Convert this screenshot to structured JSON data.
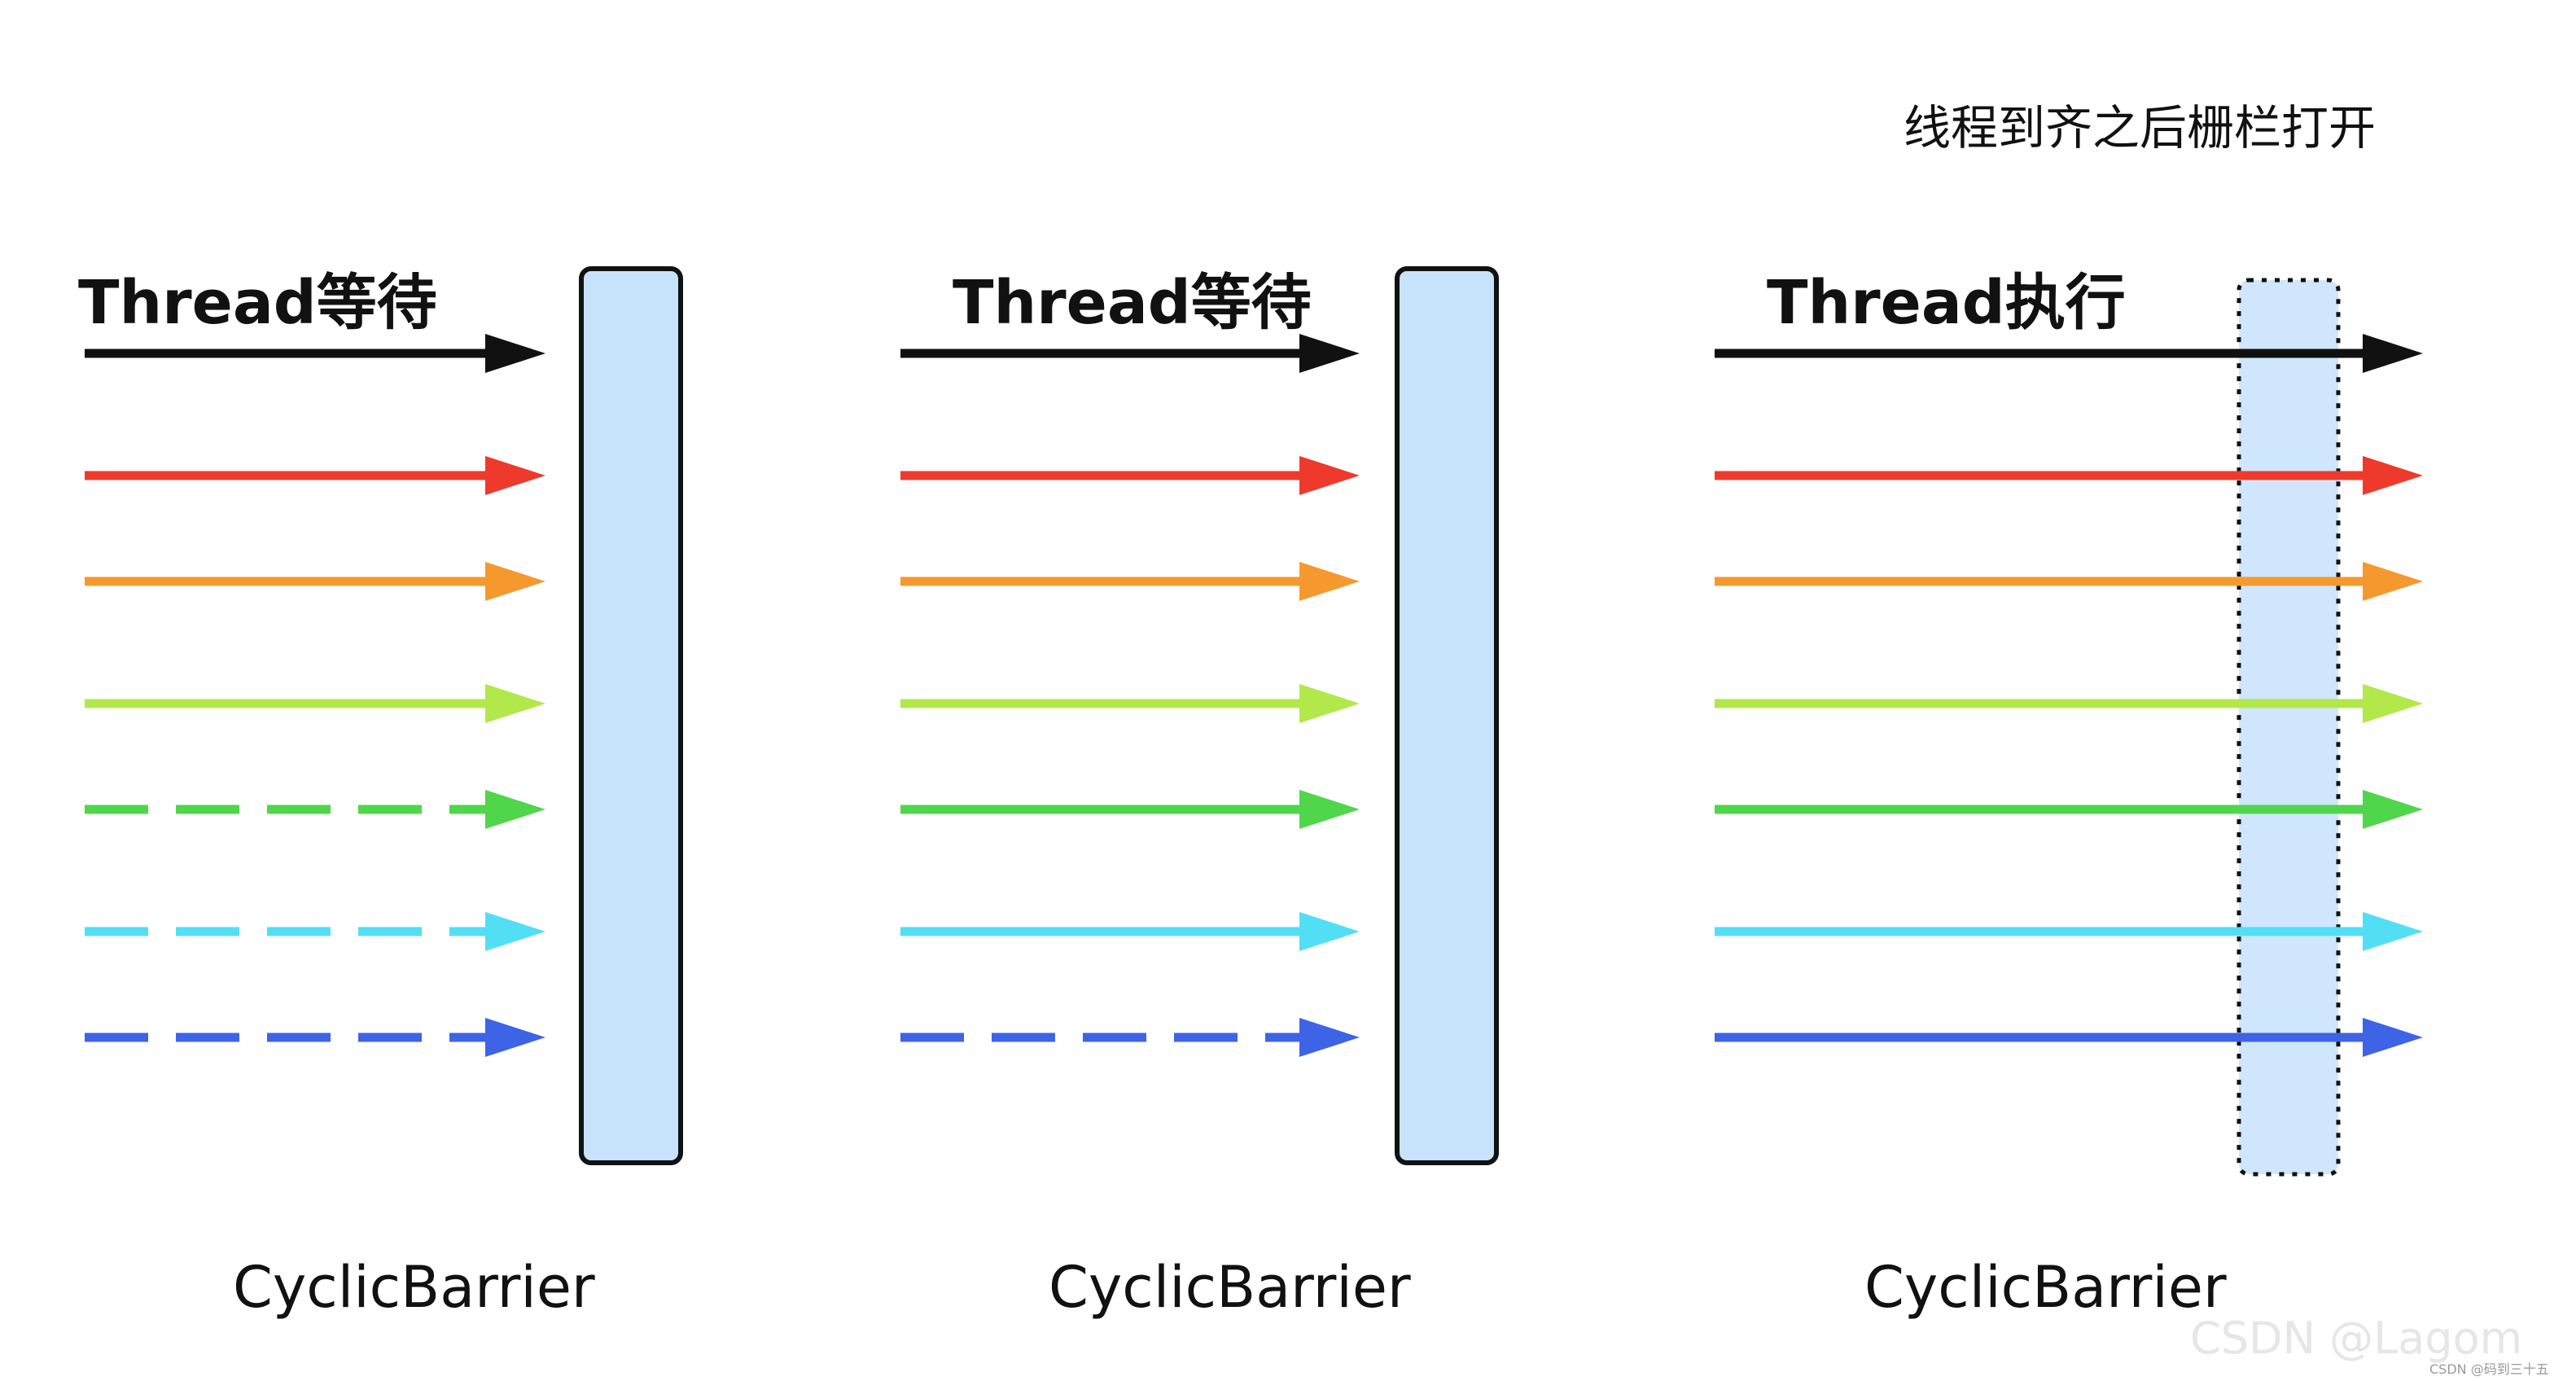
{
  "caption": "线程到齐之后栅栏打开",
  "panels": [
    {
      "label": "Thread等待",
      "barrier_label": "CyclicBarrier",
      "barrier_state": "closed",
      "arrows_cross_barrier": false,
      "threads": [
        {
          "color": "#111111",
          "style": "solid"
        },
        {
          "color": "#ee3a2c",
          "style": "solid"
        },
        {
          "color": "#f5992e",
          "style": "solid"
        },
        {
          "color": "#b2e84a",
          "style": "solid"
        },
        {
          "color": "#4fd64a",
          "style": "dashed"
        },
        {
          "color": "#52dff5",
          "style": "dashed"
        },
        {
          "color": "#3d63e6",
          "style": "dashed"
        }
      ]
    },
    {
      "label": "Thread等待",
      "barrier_label": "CyclicBarrier",
      "barrier_state": "closed",
      "arrows_cross_barrier": false,
      "threads": [
        {
          "color": "#111111",
          "style": "solid"
        },
        {
          "color": "#ee3a2c",
          "style": "solid"
        },
        {
          "color": "#f5992e",
          "style": "solid"
        },
        {
          "color": "#b2e84a",
          "style": "solid"
        },
        {
          "color": "#4fd64a",
          "style": "solid"
        },
        {
          "color": "#52dff5",
          "style": "solid"
        },
        {
          "color": "#3d63e6",
          "style": "dashed"
        }
      ]
    },
    {
      "label": "Thread执行",
      "barrier_label": "CyclicBarrier",
      "barrier_state": "open",
      "arrows_cross_barrier": true,
      "threads": [
        {
          "color": "#111111",
          "style": "solid"
        },
        {
          "color": "#ee3a2c",
          "style": "solid"
        },
        {
          "color": "#f5992e",
          "style": "solid"
        },
        {
          "color": "#b2e84a",
          "style": "solid"
        },
        {
          "color": "#4fd64a",
          "style": "solid"
        },
        {
          "color": "#52dff5",
          "style": "solid"
        },
        {
          "color": "#3d63e6",
          "style": "solid"
        }
      ]
    }
  ],
  "barrier_fill": "#c7e2fb",
  "barrier_stroke": "#111111",
  "watermark": "CSDN @Lagom",
  "watermark_small": "CSDN @码到三十五"
}
